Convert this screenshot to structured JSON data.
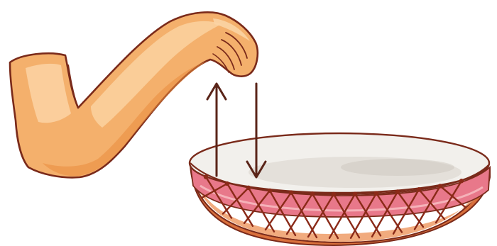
{
  "scene": {
    "subjects": [
      "arm",
      "hand",
      "drum"
    ],
    "arrows": [
      "up-arrow",
      "down-arrow"
    ],
    "colors": {
      "skin_light": "#fbd4a4",
      "skin_mid": "#f4b06c",
      "skin_shadow": "#e98d3e",
      "outline": "#7a2a1a",
      "drum_head": "#f2f0ec",
      "drum_head_shadow": "#d9d4cc",
      "drum_band": "#e8788a",
      "drum_band_light": "#f4a4ac",
      "drum_body": "#f0a270",
      "drum_body_dark": "#d9703c",
      "lacing": "#8a2a18",
      "arrow": "#5a2418"
    }
  }
}
